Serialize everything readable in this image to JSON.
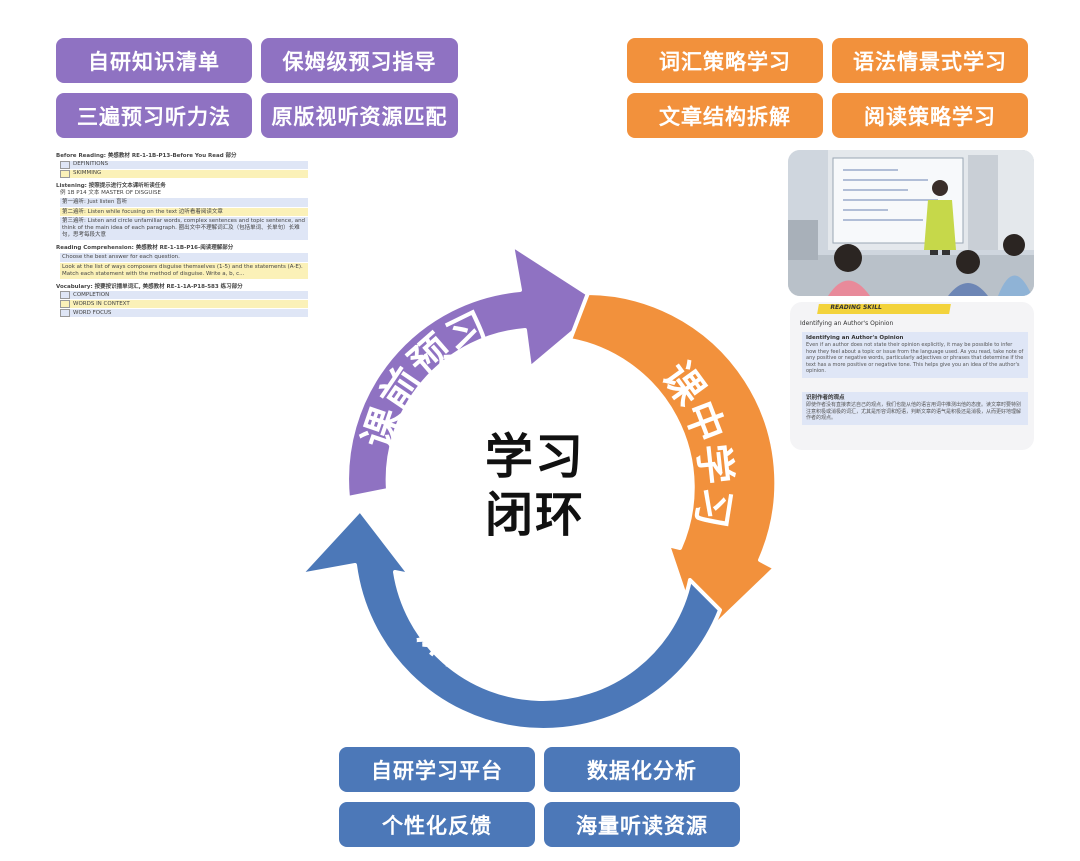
{
  "pre_class": {
    "tags": [
      "自研知识清单",
      "保姆级预习指导",
      "三遍预习听力法",
      "原版视听资源匹配"
    ],
    "color": "#8f72c2"
  },
  "in_class": {
    "tags": [
      "词汇策略学习",
      "语法情景式学习",
      "文章结构拆解",
      "阅读策略学习"
    ],
    "color": "#f2913c"
  },
  "post_class": {
    "tags": [
      "自研学习平台",
      "数据化分析",
      "个性化反馈",
      "海量听读资源"
    ],
    "color": "#4c78b8"
  },
  "cycle": {
    "center_title_line1": "学习",
    "center_title_line2": "闭环",
    "stage_pre": "课前预习",
    "stage_in": "课中学习",
    "stage_post": "课后复习"
  },
  "doc": {
    "s1": "Before Reading: 美感教材 RE-1-1B-P13-Before You Read 部分",
    "s1_r1": "DEFINITIONS",
    "s1_r2": "SKIMMING",
    "s2": "Listening: 按照提示进行文本课听听读任务",
    "s2_sub": "例 1B P14 文本 MASTER OF DISGUISE",
    "s2_r1": "第一遍听: Just listen 盲听",
    "s2_r2": "第二遍听: Listen while focusing on the text 边听看着阅读文章",
    "s2_r3": "第三遍听: Listen and circle unfamiliar words, complex sentences and topic sentence, and think of the main idea of each paragraph. 圈出文中不理解词汇及（包括单词、长单句）长难句，思考每段大意",
    "s3": "Reading Comprehension: 美感教材 RE-1-1B-P16-阅读理解部分",
    "s3_r1": "Choose the best answer for each question.",
    "s3_r2": "Look at the list of ways composers disguise themselves (1-5) and the statements (A-E). Match each statement with the method of disguise. Write a, b, c...",
    "s4": "Vocabulary: 按要按识播单词汇, 美感教材 RE-1-1A-P18-583 练习部分",
    "s4_r1": "COMPLETION",
    "s4_r2": "WORDS IN CONTEXT",
    "s4_r3": "WORD FOCUS"
  },
  "card": {
    "header": "READING SKILL",
    "title": "Identifying an Author's Opinion",
    "b1_head": "Identifying an Author's Opinion",
    "b1_text": "Even if an author does not state their opinion explicitly, it may be possible to infer how they feel about a topic or issue from the language used. As you read, take note of any positive or negative words, particularly adjectives or phrases that determine if the text has a more positive or negative tone. This helps give you an idea of the author's opinion.",
    "b2_head": "识别作者的观点",
    "b2_text": "即使作者没有直接表达自己的观点，我们也能从他的语言用词中推测出他的态度。读文章时要特别注意积极或消极的词汇，尤其是形容词和短语，判断文章的语气是积极还是消极，从而更好地理解作者的观点。"
  }
}
